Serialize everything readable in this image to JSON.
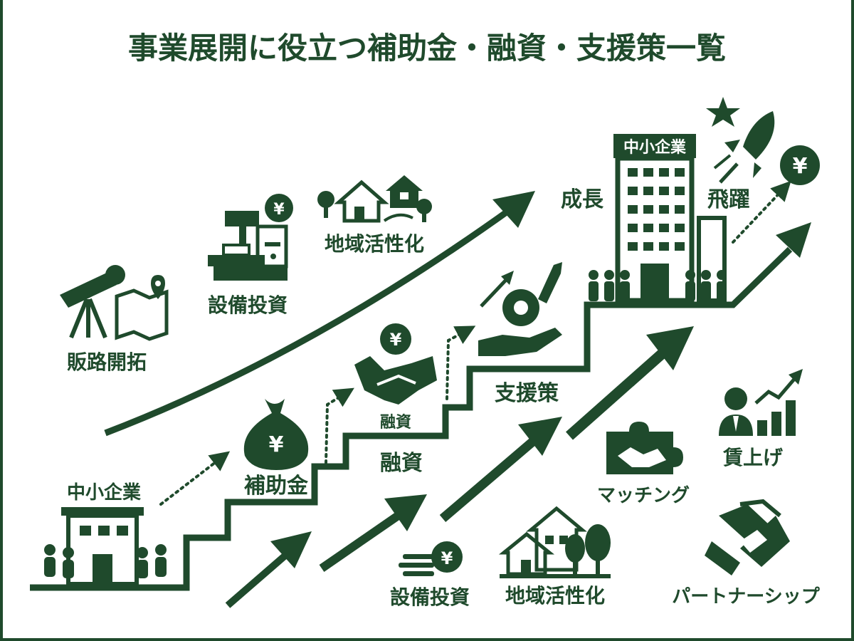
{
  "title": "事業展開に役立つ補助金・融資・支援策一覧",
  "colors": {
    "primary": "#1f4a2c",
    "background": "#ffffff"
  },
  "left_labels": {
    "market": "販路開拓",
    "equipment": "設備投資",
    "regional": "地域活性化"
  },
  "stairs": {
    "start_company": "中小企業",
    "subsidy": "補助金",
    "loan_icon": "融資",
    "loan": "融資",
    "support": "支援策",
    "top_company": "中小企業",
    "growth": "成長",
    "leap": "飛躍"
  },
  "bottom_labels": {
    "equipment": "設備投資",
    "regional": "地域活性化",
    "matching": "マッチング",
    "wage": "賃上げ",
    "partnership": "パートナーシップ"
  },
  "icons": {
    "yen": "¥"
  }
}
